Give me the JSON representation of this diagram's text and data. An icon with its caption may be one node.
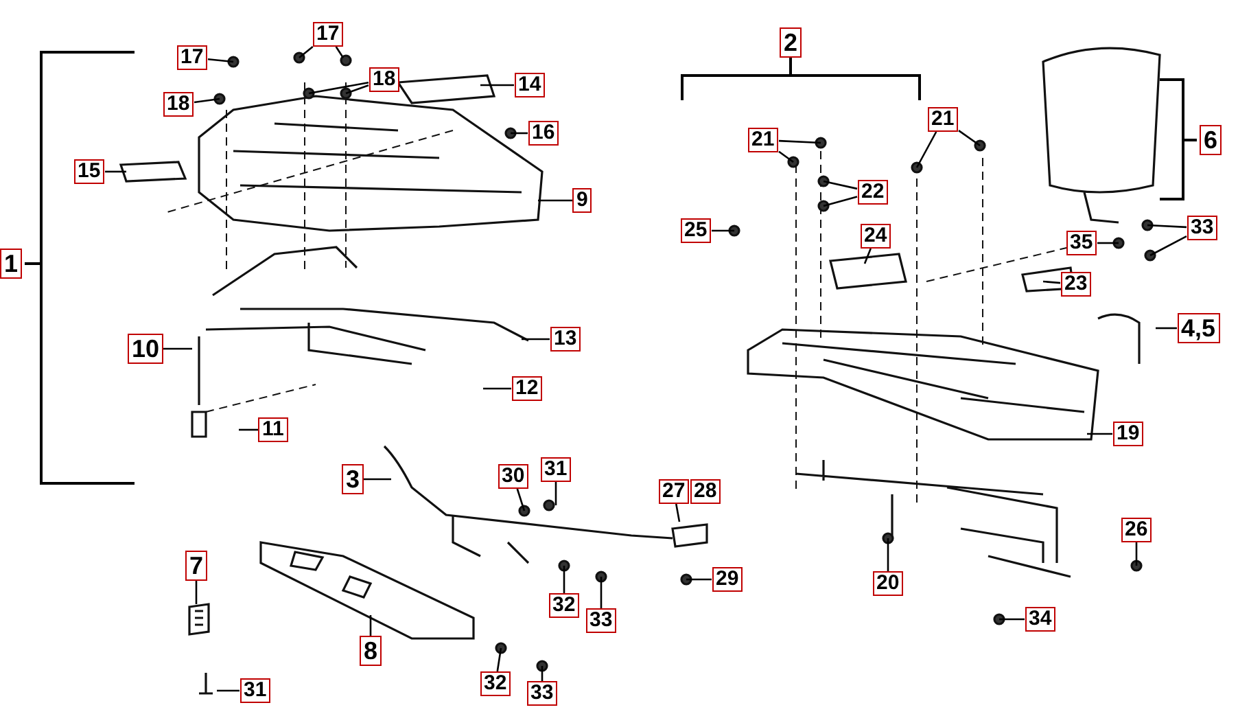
{
  "diagram": {
    "nodes": [
      {
        "text": [
          "1"
        ]
      },
      {
        "text": [
          "17"
        ]
      },
      {
        "text": [
          "17"
        ]
      },
      {
        "text": [
          "18"
        ]
      },
      {
        "text": [
          "18"
        ]
      },
      {
        "text": [
          "14"
        ]
      },
      {
        "text": [
          "16"
        ]
      },
      {
        "text": [
          "15"
        ]
      },
      {
        "text": [
          "9"
        ]
      },
      {
        "text": [
          "10"
        ]
      },
      {
        "text": [
          "13"
        ]
      },
      {
        "text": [
          "12"
        ]
      },
      {
        "text": [
          "11"
        ]
      },
      {
        "text": [
          "2"
        ]
      },
      {
        "text": [
          "21"
        ]
      },
      {
        "text": [
          "21"
        ]
      },
      {
        "text": [
          "22"
        ]
      },
      {
        "text": [
          "25"
        ]
      },
      {
        "text": [
          "24"
        ]
      },
      {
        "text": [
          "23"
        ]
      },
      {
        "text": [
          "6"
        ]
      },
      {
        "text": [
          "33"
        ]
      },
      {
        "text": [
          "35"
        ]
      },
      {
        "text": [
          "4,5"
        ]
      },
      {
        "text": [
          "19"
        ]
      },
      {
        "text": [
          "3"
        ]
      },
      {
        "text": [
          "30"
        ]
      },
      {
        "text": [
          "31"
        ]
      },
      {
        "text": [
          "27"
        ]
      },
      {
        "text": [
          "28"
        ]
      },
      {
        "text": [
          "29"
        ]
      },
      {
        "text": [
          "20"
        ]
      },
      {
        "text": [
          "26"
        ]
      },
      {
        "text": [
          "34"
        ]
      },
      {
        "text": [
          "32"
        ]
      },
      {
        "text": [
          "33"
        ]
      },
      {
        "text": [
          "7"
        ]
      },
      {
        "text": [
          "8"
        ]
      },
      {
        "text": [
          "31"
        ]
      },
      {
        "text": [
          "32"
        ]
      },
      {
        "text": [
          "33"
        ]
      }
    ],
    "edges": [
      {
        "from": 1,
        "to": null,
        "arrow": "none"
      },
      {
        "from": 2,
        "to": null,
        "arrow": "none"
      },
      {
        "from": 2,
        "to": null,
        "arrow": "none"
      },
      {
        "from": 3,
        "to": null,
        "arrow": "none"
      },
      {
        "from": 4,
        "to": null,
        "arrow": "none"
      },
      {
        "from": 4,
        "to": null,
        "arrow": "none"
      },
      {
        "from": 5,
        "to": null,
        "arrow": "none"
      },
      {
        "from": 6,
        "to": null,
        "arrow": "none"
      },
      {
        "from": 7,
        "to": null,
        "arrow": "none"
      },
      {
        "from": 8,
        "to": null,
        "arrow": "none"
      },
      {
        "from": 9,
        "to": null,
        "arrow": "none"
      },
      {
        "from": 10,
        "to": null,
        "arrow": "none"
      },
      {
        "from": 11,
        "to": null,
        "arrow": "none"
      },
      {
        "from": 12,
        "to": null,
        "arrow": "none"
      },
      {
        "from": 14,
        "to": null,
        "arrow": "none"
      },
      {
        "from": 14,
        "to": null,
        "arrow": "none"
      },
      {
        "from": 15,
        "to": null,
        "arrow": "none"
      },
      {
        "from": 15,
        "to": null,
        "arrow": "none"
      },
      {
        "from": 16,
        "to": null,
        "arrow": "none"
      },
      {
        "from": 16,
        "to": null,
        "arrow": "none"
      },
      {
        "from": 17,
        "to": null,
        "arrow": "none"
      },
      {
        "from": 18,
        "to": null,
        "arrow": "none"
      },
      {
        "from": 19,
        "to": null,
        "arrow": "none"
      },
      {
        "from": 21,
        "to": null,
        "arrow": "none"
      },
      {
        "from": 21,
        "to": null,
        "arrow": "none"
      },
      {
        "from": 22,
        "to": null,
        "arrow": "none"
      },
      {
        "from": 23,
        "to": null,
        "arrow": "none"
      },
      {
        "from": 24,
        "to": null,
        "arrow": "none"
      },
      {
        "from": 25,
        "to": null,
        "arrow": "none"
      },
      {
        "from": 26,
        "to": null,
        "arrow": "none"
      },
      {
        "from": 27,
        "to": null,
        "arrow": "none"
      },
      {
        "from": 28,
        "to": null,
        "arrow": "none"
      },
      {
        "from": 30,
        "to": null,
        "arrow": "none"
      },
      {
        "from": 31,
        "to": null,
        "arrow": "none"
      },
      {
        "from": 32,
        "to": null,
        "arrow": "none"
      },
      {
        "from": 33,
        "to": null,
        "arrow": "none"
      },
      {
        "from": 34,
        "to": null,
        "arrow": "none"
      },
      {
        "from": 35,
        "to": null,
        "arrow": "none"
      },
      {
        "from": 36,
        "to": null,
        "arrow": "none"
      },
      {
        "from": 37,
        "to": null,
        "arrow": "none"
      },
      {
        "from": 38,
        "to": null,
        "arrow": "none"
      },
      {
        "from": 39,
        "to": null,
        "arrow": "none"
      },
      {
        "from": 40,
        "to": null,
        "arrow": "none"
      }
    ]
  }
}
